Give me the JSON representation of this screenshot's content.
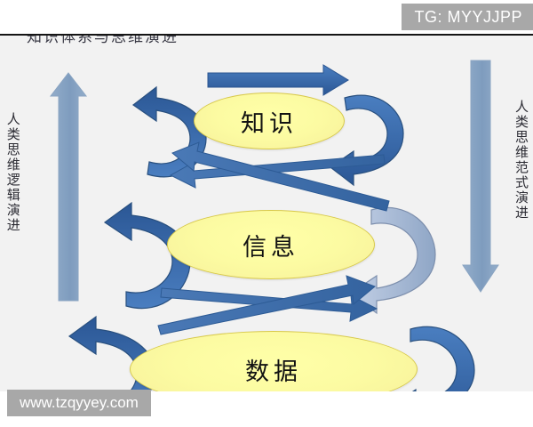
{
  "banner": {
    "tg_label": "TG: MYYJJPP"
  },
  "watermark": {
    "site_label": "www.tzqyyey.com"
  },
  "diagram": {
    "clipped_heading": "知识体系与思维演进",
    "left_axis_label": "人类思维逻辑演进",
    "right_axis_label": "人类思维范式演进",
    "nodes": [
      {
        "id": "knowledge",
        "label": "知识"
      },
      {
        "id": "information",
        "label": "信息"
      },
      {
        "id": "data",
        "label": "数据"
      }
    ],
    "arrows": [
      {
        "id": "top-horizontal",
        "direction": "right",
        "style": "straight",
        "color": "#3a6fba"
      },
      {
        "id": "left-axis-arrow",
        "direction": "up",
        "style": "straight",
        "color": "#7f9ec0"
      },
      {
        "id": "right-axis-arrow",
        "direction": "down",
        "style": "straight",
        "color": "#7f9ec0"
      },
      {
        "id": "knowledge-loop-left",
        "direction": "clockwise",
        "style": "curved",
        "color": "#2f5f9e"
      },
      {
        "id": "knowledge-loop-right",
        "direction": "counterclockwise",
        "style": "curved",
        "color": "#2f5f9e"
      },
      {
        "id": "information-loop-left",
        "direction": "clockwise",
        "style": "curved",
        "color": "#2f5f9e"
      },
      {
        "id": "information-loop-right",
        "direction": "counterclockwise",
        "style": "curved",
        "color": "#9fb4d4"
      },
      {
        "id": "data-loop-left",
        "direction": "clockwise",
        "style": "curved",
        "color": "#2f5f9e"
      },
      {
        "id": "data-loop-right",
        "direction": "counterclockwise",
        "style": "curved",
        "color": "#2f5f9e"
      },
      {
        "id": "upper-cross-a",
        "direction": "left",
        "style": "diagonal",
        "color": "#3e6fae"
      },
      {
        "id": "upper-cross-b",
        "direction": "left",
        "style": "diagonal",
        "color": "#3e6fae"
      },
      {
        "id": "lower-cross-a",
        "direction": "right",
        "style": "diagonal",
        "color": "#3e6fae"
      },
      {
        "id": "lower-cross-b",
        "direction": "right",
        "style": "diagonal",
        "color": "#3e6fae"
      }
    ],
    "colors": {
      "canvas_background": "#f2f2f2",
      "node_fill": "#fcfba2",
      "node_stroke": "#d8c94a",
      "arrow_dark_blue": "#2f5f9e",
      "arrow_mid_blue": "#3e6fae",
      "arrow_light_blue": "#9fb4d4",
      "axis_arrow": "#7f9ec0",
      "banner_background": "#a8a8a8",
      "banner_text": "#ffffff"
    }
  }
}
